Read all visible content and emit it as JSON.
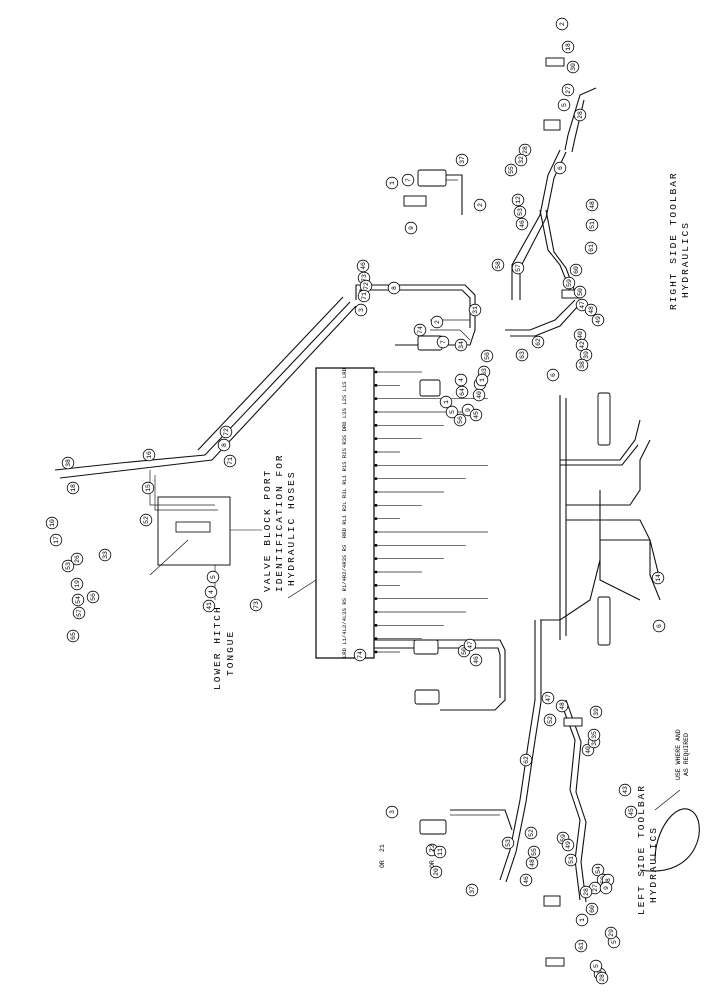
{
  "labels": {
    "right_side_1": "RIGHT SIDE TOOLBAR",
    "right_side_2": "HYDRAULICS",
    "left_side_1": "LEFT SIDE TOOLBAR",
    "left_side_2": "HYDRAULICS",
    "valve_block_1": "VALVE BLOCK PORT",
    "valve_block_2": "IDENTIFICATION FOR",
    "valve_block_3": "HYDRAULIC HOSES",
    "lower_hitch_1": "LOWER HITCH",
    "lower_hitch_2": "TONGUE",
    "note_1": "USE WHERE AND",
    "note_2": "AS REQUIRED"
  },
  "ports": [
    "LRD",
    "L1/4",
    "L2/4",
    "L3S",
    "RS",
    "R1/4",
    "R2/4",
    "R3S",
    "RS",
    "RRD",
    "RL1",
    "R2L",
    "R3L",
    "RL1",
    "R1S",
    "R2S",
    "R3S",
    "DRD",
    "L3S",
    "L2S",
    "L1S",
    "LRD"
  ],
  "balloons": {
    "right": [
      "9",
      "2",
      "18",
      "30",
      "5",
      "27",
      "28",
      "6",
      "1",
      "28",
      "37",
      "32",
      "55",
      "7",
      "2",
      "12",
      "53",
      "46",
      "48",
      "51",
      "61",
      "60",
      "59",
      "50",
      "47",
      "48",
      "49",
      "40",
      "42",
      "39",
      "38",
      "3",
      "73",
      "46",
      "72",
      "71",
      "31",
      "58",
      "57",
      "62",
      "63"
    ],
    "center": [
      "8",
      "74",
      "2",
      "7",
      "34",
      "56",
      "63",
      "8",
      "64",
      "40",
      "1",
      "9",
      "5",
      "56",
      "45",
      "4",
      "1",
      "6",
      "38",
      "18",
      "10",
      "17",
      "16",
      "15",
      "26",
      "19",
      "54",
      "56",
      "57",
      "65",
      "33",
      "52",
      "53",
      "5",
      "4",
      "41",
      "72",
      "8",
      "71",
      "73",
      "74",
      "50",
      "47",
      "46",
      "14",
      "6"
    ],
    "left": [
      "3",
      "7",
      "11",
      "20",
      "37",
      "53",
      "52",
      "55",
      "48",
      "46",
      "59",
      "49",
      "51",
      "54",
      "50",
      "60",
      "61",
      "1",
      "47",
      "48",
      "62",
      "52",
      "40",
      "38",
      "35",
      "39",
      "8",
      "5",
      "27",
      "28",
      "30",
      "5",
      "28",
      "29",
      "43",
      "45",
      "9"
    ]
  },
  "connectors": {
    "left_oil": "OR",
    "left_ref": "21",
    "left_ref_b": "22",
    "left_oil_b": "OR"
  }
}
